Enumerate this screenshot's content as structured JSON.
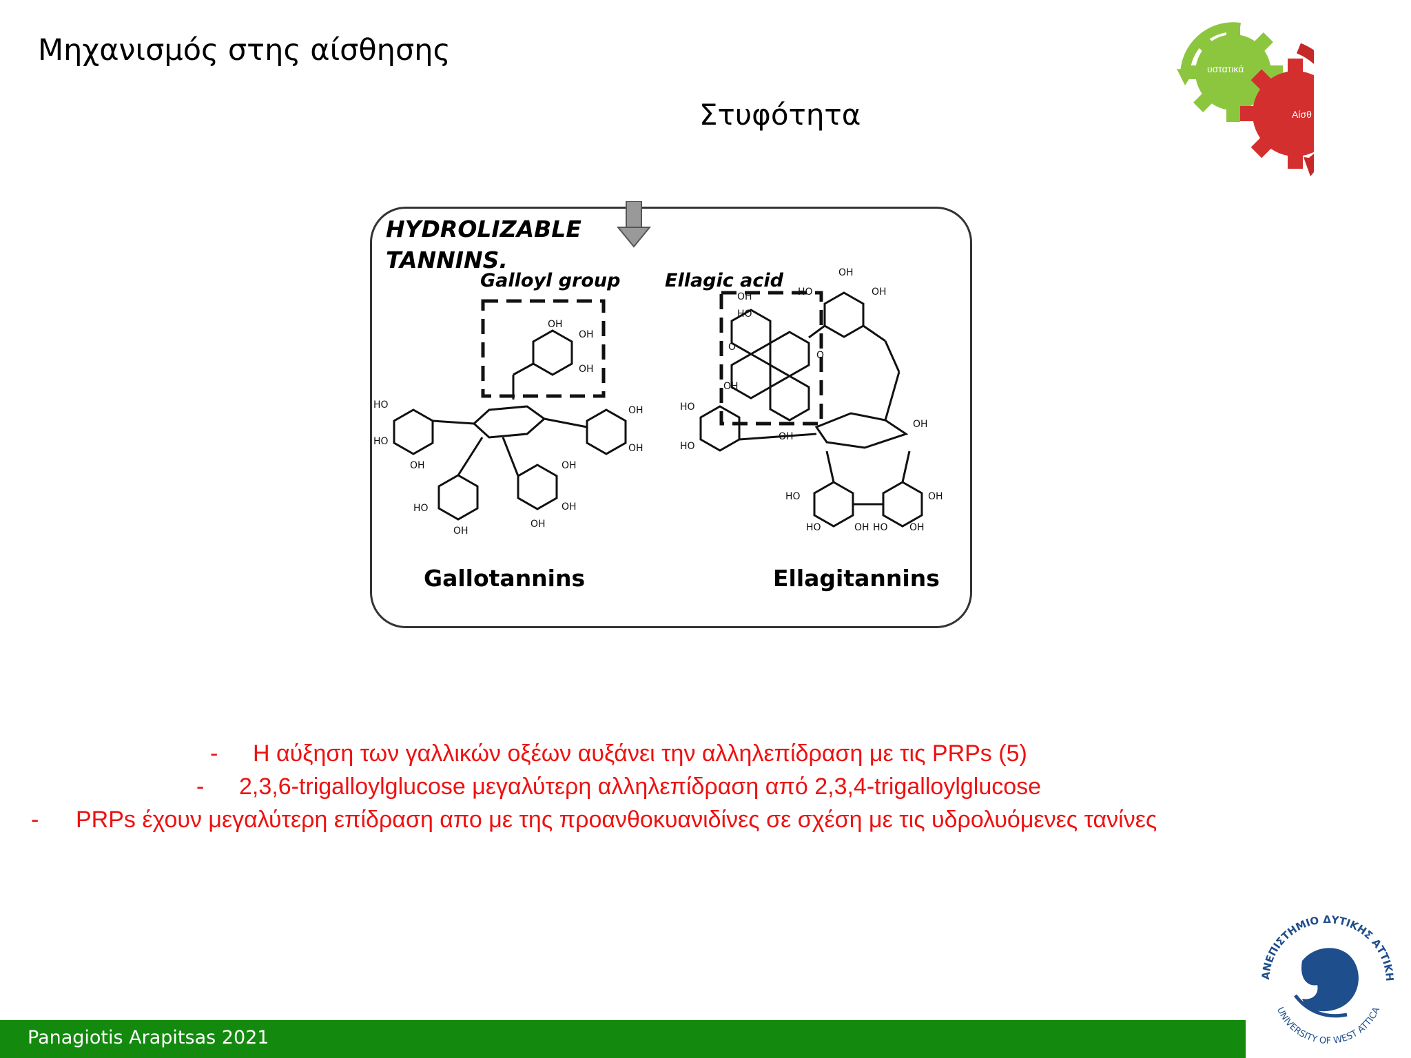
{
  "slide": {
    "title": "Μηχανισμός στης αίσθησης",
    "subtitle": "Στυφότητα"
  },
  "gears": {
    "green_label": "υστατικά",
    "red_label": "Αίσθ",
    "green_color": "#8cc63f",
    "red_color": "#d32f2f"
  },
  "diagram": {
    "heading_line1": "HYDROLIZABLE",
    "heading_line2": "TANNINS.",
    "galloyl_label": "Galloyl group",
    "ellagic_label": "Ellagic acid",
    "gallotannins_label": "Gallotannins",
    "ellagitannins_label": "Ellagitannins",
    "oh": "OH",
    "ho": "HO",
    "o": "O"
  },
  "bullets": [
    {
      "dash": "-",
      "text": "Η αύξηση των γαλλικών οξέων αυξάνει την αλληλεπίδραση με τις PRPs (5)"
    },
    {
      "dash": "-",
      "text": "2,3,6-trigalloylglucose μεγαλύτερη αλληλεπίδραση από 2,3,4-trigalloylglucose"
    },
    {
      "dash": "-",
      "text": "PRPs έχουν μεγαλύτερη επίδραση απο με της προανθοκυανιδίνες σε σχέση με τις υδρολυόμενες τανίνες"
    }
  ],
  "footer": {
    "text": "Panagiotis Arapitsas 2021",
    "bar_color": "#138a0e"
  },
  "logo": {
    "ring_text_top": "ΠΑΝΕΠΙΣΤΗΜΙΟ ΔΥΤΙΚΗΣ ΑΤΤΙΚΗΣ",
    "ring_text_bottom": "UNIVERSITY OF WEST ATTICA",
    "color": "#1f4e8c"
  }
}
